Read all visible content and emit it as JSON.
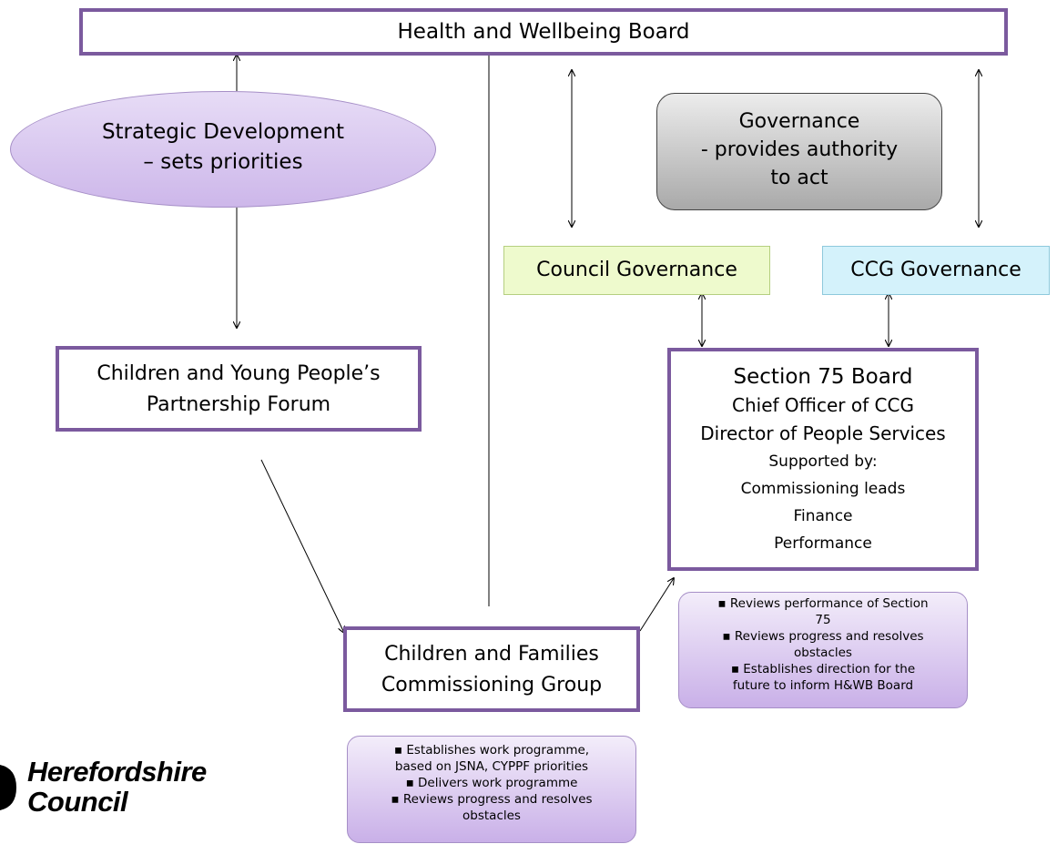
{
  "board": {
    "title": "Health and Wellbeing Board"
  },
  "strategic": {
    "line1": "Strategic Development",
    "line2": "– sets priorities"
  },
  "governance": {
    "line1": "Governance",
    "line2": "- provides authority",
    "line3": "to act"
  },
  "council_gov": {
    "label": "Council Governance"
  },
  "ccg_gov": {
    "label": "CCG Governance"
  },
  "cyppf": {
    "line1": "Children and Young People’s",
    "line2": "Partnership Forum"
  },
  "s75": {
    "title": "Section 75 Board",
    "line1": "Chief Officer of CCG",
    "line2": "Director of People Services",
    "supported": "Supported by:",
    "line3": "Commissioning leads",
    "line4": "Finance",
    "line5": "Performance"
  },
  "s75_notes": {
    "b1a": "Reviews performance of Section",
    "b1b": "75",
    "b2a": "Reviews progress and resolves",
    "b2b": "obstacles",
    "b3a": "Establishes direction for the",
    "b3b": "future to inform H&WB Board"
  },
  "cfcg": {
    "line1": "Children and Families",
    "line2": "Commissioning Group"
  },
  "cfcg_notes": {
    "b1a": "Establishes work programme,",
    "b1b": "based on JSNA, CYPPF priorities",
    "b2": "Delivers work programme",
    "b3a": "Reviews progress and resolves",
    "b3b": "obstacles"
  },
  "logo": {
    "line1": "Herefordshire",
    "line2": "Council"
  },
  "colors": {
    "box_border": "#7b5a9e",
    "purple_fill": "#d9c6ee",
    "grey_fill": "#bdbdbd",
    "council_fill": "#eefacd",
    "ccg_fill": "#d4f2fb"
  }
}
